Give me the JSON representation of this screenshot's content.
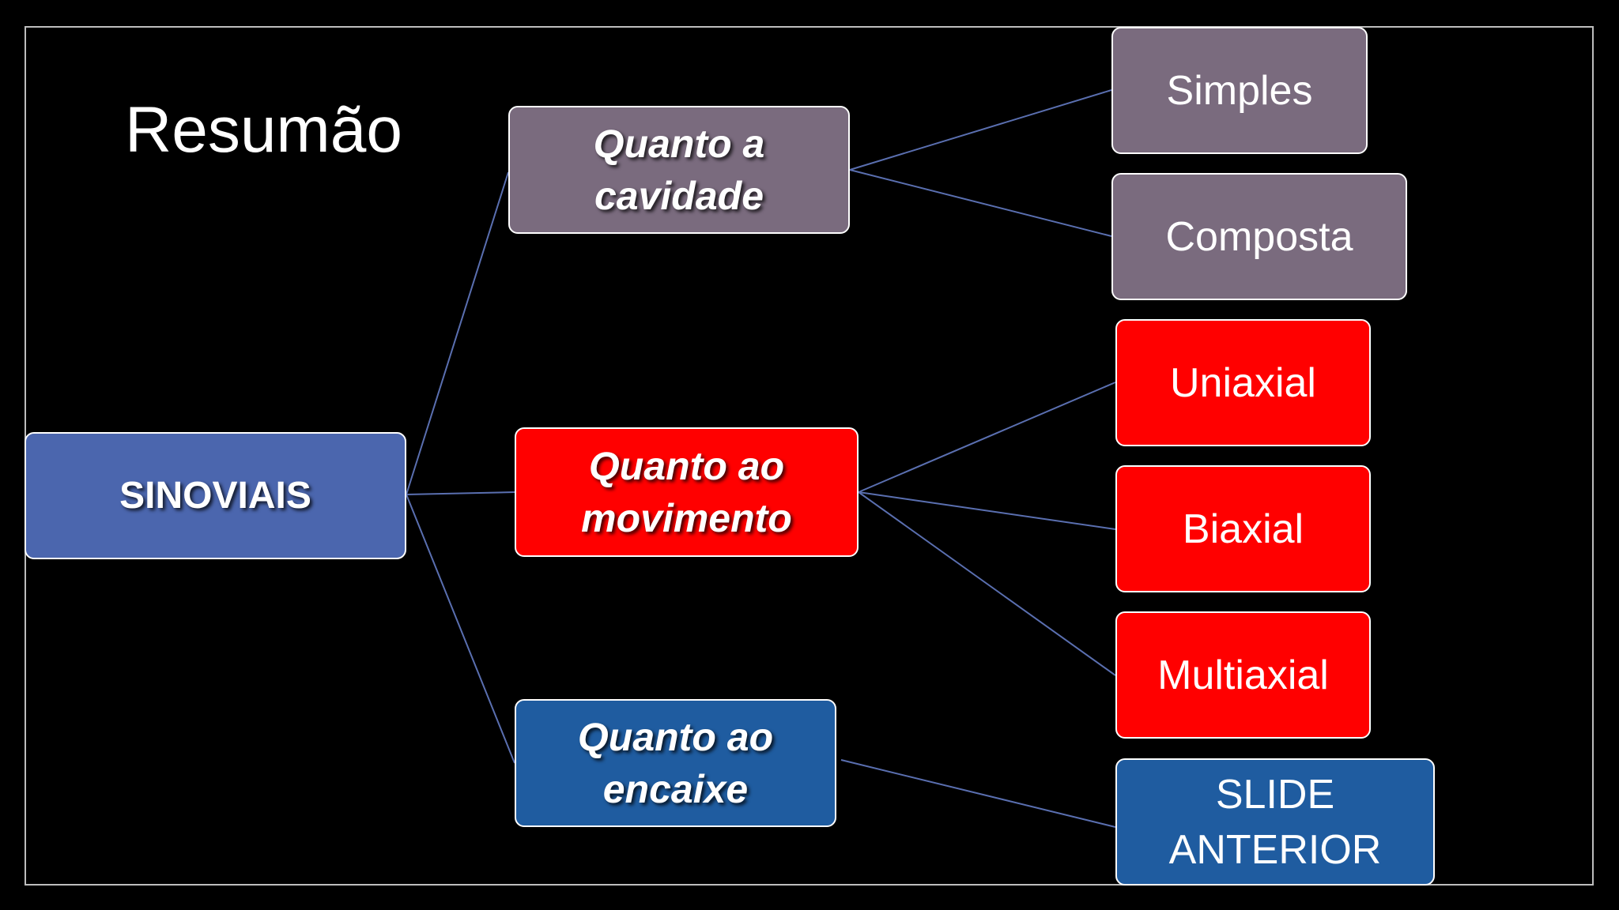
{
  "slide": {
    "title": "Resumão"
  },
  "diagram": {
    "root": {
      "label": "SINOVIAIS"
    },
    "categories": [
      {
        "label": "Quanto a cavidade",
        "color": "#7a6b7e",
        "children": [
          "Simples",
          "Composta"
        ]
      },
      {
        "label": "Quanto ao movimento",
        "color": "#ff0000",
        "children": [
          "Uniaxial",
          "Biaxial",
          "Multiaxial"
        ]
      },
      {
        "label": "Quanto ao encaixe",
        "color": "#1f5ca0",
        "children": [
          "SLIDE ANTERIOR"
        ]
      }
    ],
    "colors": {
      "background": "#000000",
      "root": "#4b66ae",
      "connector": "#5a6fb0"
    }
  }
}
